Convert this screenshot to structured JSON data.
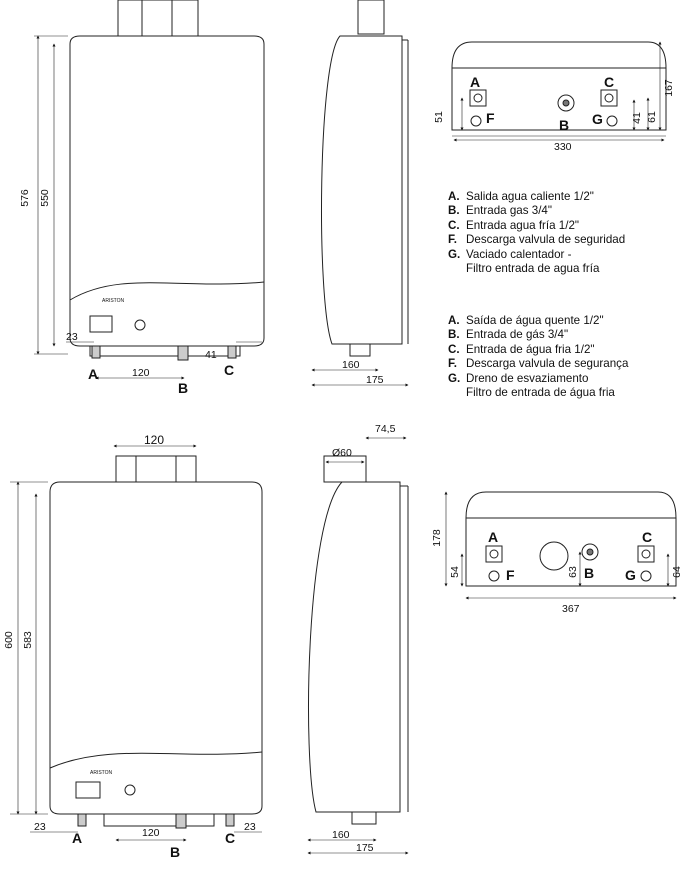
{
  "legend_es": [
    {
      "key": "A.",
      "text": "Salida agua caliente 1/2\""
    },
    {
      "key": "B.",
      "text": "Entrada gas 3/4\""
    },
    {
      "key": "C.",
      "text": "Entrada agua fría 1/2\""
    },
    {
      "key": "F.",
      "text": "Descarga valvula de seguridad"
    },
    {
      "key": "G.",
      "text": "Vaciado calentador -"
    },
    {
      "key": "",
      "text": "Filtro entrada de agua fría"
    }
  ],
  "legend_pt": [
    {
      "key": "A.",
      "text": "Saída de água quente 1/2\""
    },
    {
      "key": "B.",
      "text": "Entrada de gás 3/4\""
    },
    {
      "key": "C.",
      "text": "Entrada de água fria 1/2\""
    },
    {
      "key": "F.",
      "text": "Descarga valvula de segurança"
    },
    {
      "key": "G.",
      "text": "Dreno de esvaziamento"
    },
    {
      "key": "",
      "text": "Filtro de entrada de água fria"
    }
  ],
  "brand": "ARISTON",
  "top_model": {
    "front_dims": {
      "total_height": "576",
      "body_height": "550",
      "left_offset": "23",
      "pipe_spacing": "120",
      "right_offset": "41"
    },
    "side_dims": {
      "depth_pipes": "160",
      "depth_total": "175"
    },
    "bottom_dims": {
      "pipe_height_left": "51",
      "overall_height": "167",
      "pipe_height_right_inner": "41",
      "pipe_height_right_outer": "61",
      "width": "330"
    },
    "connections": [
      "A",
      "B",
      "C",
      "F",
      "G"
    ]
  },
  "bottom_model": {
    "front_dims": {
      "total_height": "600",
      "body_height": "583",
      "top_spacing": "120",
      "left_offset": "23",
      "pipe_spacing": "120",
      "right_offset": "23"
    },
    "side_dims": {
      "flue_offset": "74,5",
      "flue_diameter": "Ø60",
      "depth_pipes": "160",
      "depth_total": "175"
    },
    "bottom_dims": {
      "overall_height": "178",
      "pipe_height_left": "54",
      "pipe_height_center": "63",
      "pipe_height_right": "64",
      "width": "367"
    },
    "connections": [
      "A",
      "B",
      "C",
      "F",
      "G"
    ]
  }
}
